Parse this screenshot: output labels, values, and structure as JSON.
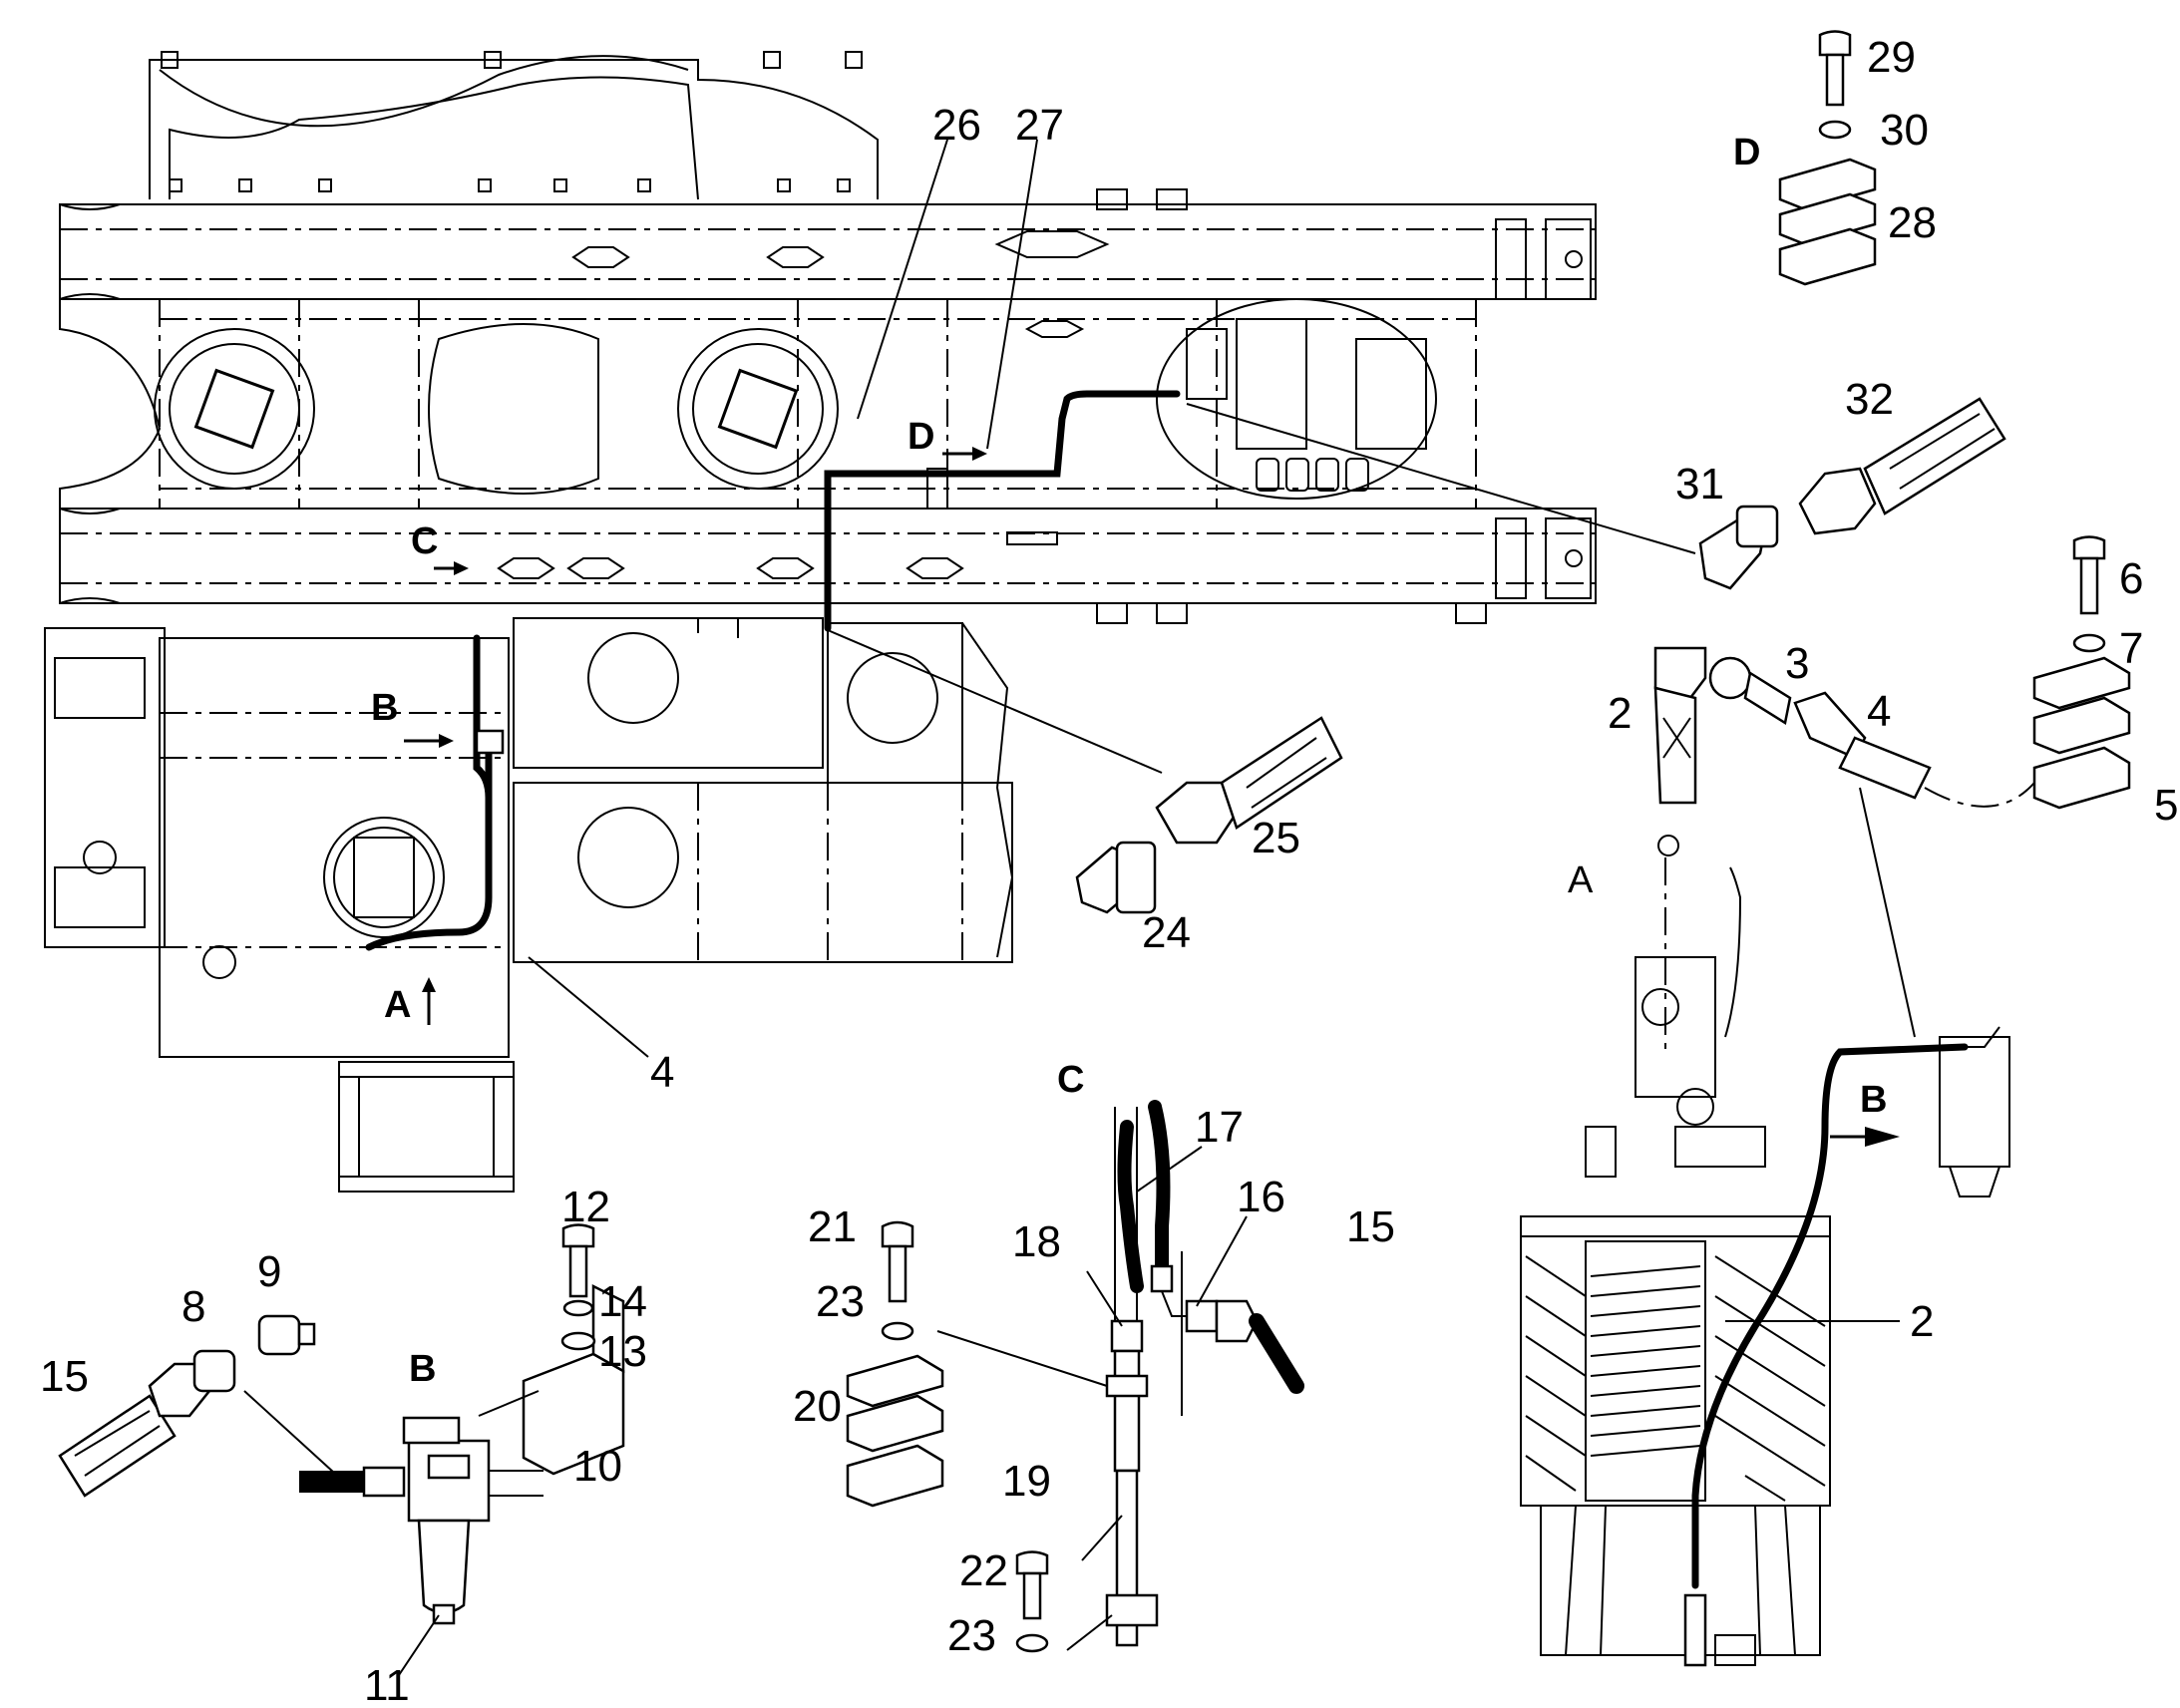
{
  "callouts": [
    {
      "id": "c26",
      "text": "26"
    },
    {
      "id": "c27",
      "text": "27"
    },
    {
      "id": "c29",
      "text": "29"
    },
    {
      "id": "c30",
      "text": "30"
    },
    {
      "id": "c28",
      "text": "28"
    },
    {
      "id": "c32",
      "text": "32"
    },
    {
      "id": "c31",
      "text": "31"
    },
    {
      "id": "c6",
      "text": "6"
    },
    {
      "id": "c7",
      "text": "7"
    },
    {
      "id": "c3",
      "text": "3"
    },
    {
      "id": "c2a",
      "text": "2"
    },
    {
      "id": "c4a",
      "text": "4"
    },
    {
      "id": "c5",
      "text": "5"
    },
    {
      "id": "c25",
      "text": "25"
    },
    {
      "id": "c24",
      "text": "24"
    },
    {
      "id": "c4b",
      "text": "4"
    },
    {
      "id": "c17",
      "text": "17"
    },
    {
      "id": "c16",
      "text": "16"
    },
    {
      "id": "c15a",
      "text": "15"
    },
    {
      "id": "c21",
      "text": "21"
    },
    {
      "id": "c18",
      "text": "18"
    },
    {
      "id": "c23a",
      "text": "23"
    },
    {
      "id": "c20",
      "text": "20"
    },
    {
      "id": "c19",
      "text": "19"
    },
    {
      "id": "c22",
      "text": "22"
    },
    {
      "id": "c23b",
      "text": "23"
    },
    {
      "id": "c12",
      "text": "12"
    },
    {
      "id": "c14",
      "text": "14"
    },
    {
      "id": "c13",
      "text": "13"
    },
    {
      "id": "c10",
      "text": "10"
    },
    {
      "id": "c9",
      "text": "9"
    },
    {
      "id": "c8",
      "text": "8"
    },
    {
      "id": "c15b",
      "text": "15"
    },
    {
      "id": "c11",
      "text": "11"
    },
    {
      "id": "c2b",
      "text": "2"
    }
  ],
  "view_labels": [
    {
      "id": "vD",
      "text": "D"
    },
    {
      "id": "vC",
      "text": "C"
    },
    {
      "id": "vB1",
      "text": "B"
    },
    {
      "id": "vA1",
      "text": "A"
    },
    {
      "id": "vA2",
      "text": "A"
    },
    {
      "id": "vB2",
      "text": "B"
    },
    {
      "id": "vC2",
      "text": "C"
    },
    {
      "id": "vB3",
      "text": "B"
    },
    {
      "id": "vD2",
      "text": "D"
    }
  ]
}
